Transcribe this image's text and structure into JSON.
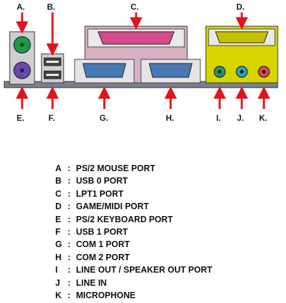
{
  "diagram": {
    "letters_top": [
      "A.",
      "B.",
      "C.",
      "D."
    ],
    "letters_bottom": [
      "E.",
      "F.",
      "G.",
      "H.",
      "I.",
      "J.",
      "K."
    ]
  },
  "legend": {
    "separator": ":",
    "items": [
      {
        "letter": "A",
        "description": "PS/2 MOUSE PORT"
      },
      {
        "letter": "B",
        "description": "USB 0 PORT"
      },
      {
        "letter": "C",
        "description": "LPT1 PORT"
      },
      {
        "letter": "D",
        "description": "GAME/MIDI PORT"
      },
      {
        "letter": "E",
        "description": "PS/2 KEYBOARD PORT"
      },
      {
        "letter": "F",
        "description": "USB 1 PORT"
      },
      {
        "letter": "G",
        "description": "COM 1 PORT"
      },
      {
        "letter": "H",
        "description": "COM 2 PORT"
      },
      {
        "letter": "I",
        "description": "LINE OUT / SPEAKER OUT PORT"
      },
      {
        "letter": "J",
        "description": "LINE IN"
      },
      {
        "letter": "K",
        "description": "MICROPHONE"
      }
    ]
  },
  "colors": {
    "arrow": "#e0141c",
    "ps2_mouse": "#1f9a48",
    "ps2_keyboard": "#6a4aa8",
    "lpt": "#d44a8a",
    "com": "#4a78b4",
    "game_panel": "#d8d400",
    "line_out": "#1a9a6a",
    "line_in": "#20a8b8",
    "mic": "#e04060",
    "panel_frame": "#7a7f8e"
  }
}
